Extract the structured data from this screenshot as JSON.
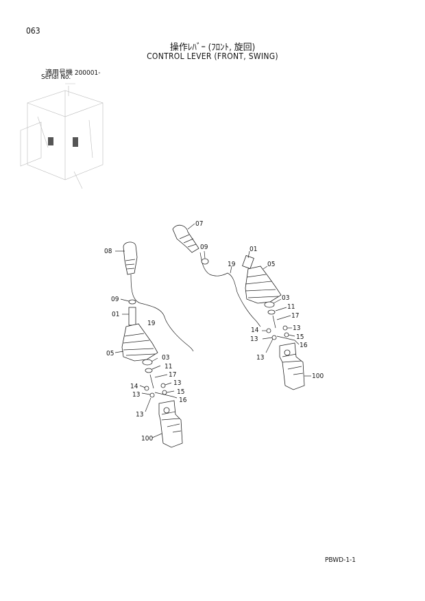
{
  "header": {
    "page_number": "063",
    "title_jp": "操作ﾚﾊﾞｰ (ﾌﾛﾝﾄ, 旋回)",
    "title_en": "CONTROL LEVER (FRONT, SWING)",
    "serial_label_jp": "適用号機  200001-",
    "serial_label_en": "Serial No."
  },
  "footer": {
    "code": "PBWD-1-1"
  },
  "callouts": {
    "left": {
      "c08": "08",
      "c09": "09",
      "c01": "01",
      "c19": "19",
      "c05": "05",
      "c03": "03",
      "c11": "11",
      "c17": "17",
      "c14": "14",
      "c13a": "13",
      "c13b": "13",
      "c15": "15",
      "c16": "16",
      "c13c": "13",
      "c100": "100"
    },
    "right": {
      "c07": "07",
      "c09": "09",
      "c01": "01",
      "c19": "19",
      "c05": "05",
      "c03": "03",
      "c11": "11",
      "c17": "17",
      "c14": "14",
      "c13a": "13",
      "c13b": "13",
      "c15": "15",
      "c16": "16",
      "c13c": "13",
      "c100": "100"
    }
  }
}
